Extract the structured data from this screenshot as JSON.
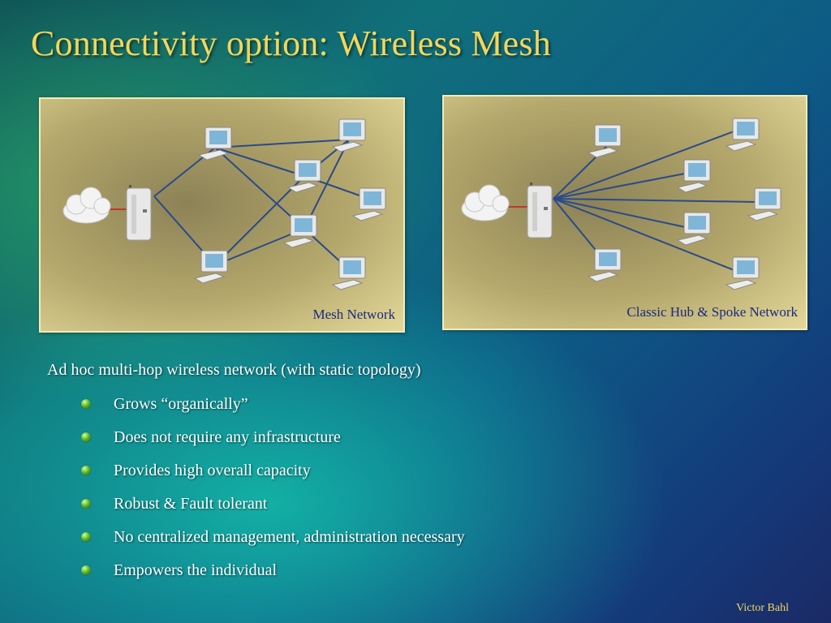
{
  "slide": {
    "title": "Connectivity option: Wireless Mesh",
    "author": "Victor Bahl"
  },
  "diagrams": {
    "mesh": {
      "label": "Mesh Network"
    },
    "hub": {
      "label": "Classic Hub & Spoke Network"
    }
  },
  "body": {
    "intro": "Ad hoc multi-hop wireless network (with static topology)",
    "bullets": [
      "Grows “organically”",
      "Does not require any infrastructure",
      "Provides high overall capacity",
      "Robust & Fault tolerant",
      "No centralized management, administration necessary",
      "Empowers the individual"
    ]
  },
  "colors": {
    "title": "#f2d75a",
    "panel_label": "#1b2a80",
    "link": "#2a4a8a",
    "uplink": "#c0392b",
    "bullet": "#5cb82a"
  },
  "icons": {
    "cloud": "cloud-icon",
    "router": "router-icon",
    "computer": "computer-icon",
    "bullet": "bullet-icon"
  }
}
